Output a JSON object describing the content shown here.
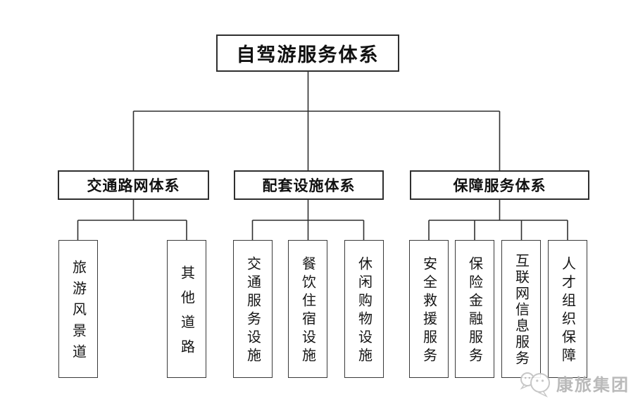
{
  "diagram": {
    "root": {
      "label": "自驾游服务体系"
    },
    "groups": [
      {
        "label": "交通路网体系",
        "children": [
          {
            "label": "旅游风景道"
          },
          {
            "label": "其他道路"
          }
        ]
      },
      {
        "label": "配套设施体系",
        "children": [
          {
            "label": "交通服务设施"
          },
          {
            "label": "餐饮住宿设施"
          },
          {
            "label": "休闲购物设施"
          }
        ]
      },
      {
        "label": "保障服务体系",
        "children": [
          {
            "label": "安全救援服务"
          },
          {
            "label": "保险金融服务"
          },
          {
            "label": "互联网信息服务"
          },
          {
            "label": "人才组织保障"
          }
        ]
      }
    ]
  },
  "watermark": {
    "brand": "康旅集团",
    "logo": "chat-bubbles-logo"
  },
  "colors": {
    "line": "#2f2f2f",
    "border": "#2f2f2f",
    "watermark": "#b3b3b3",
    "background": "#ffffff"
  }
}
